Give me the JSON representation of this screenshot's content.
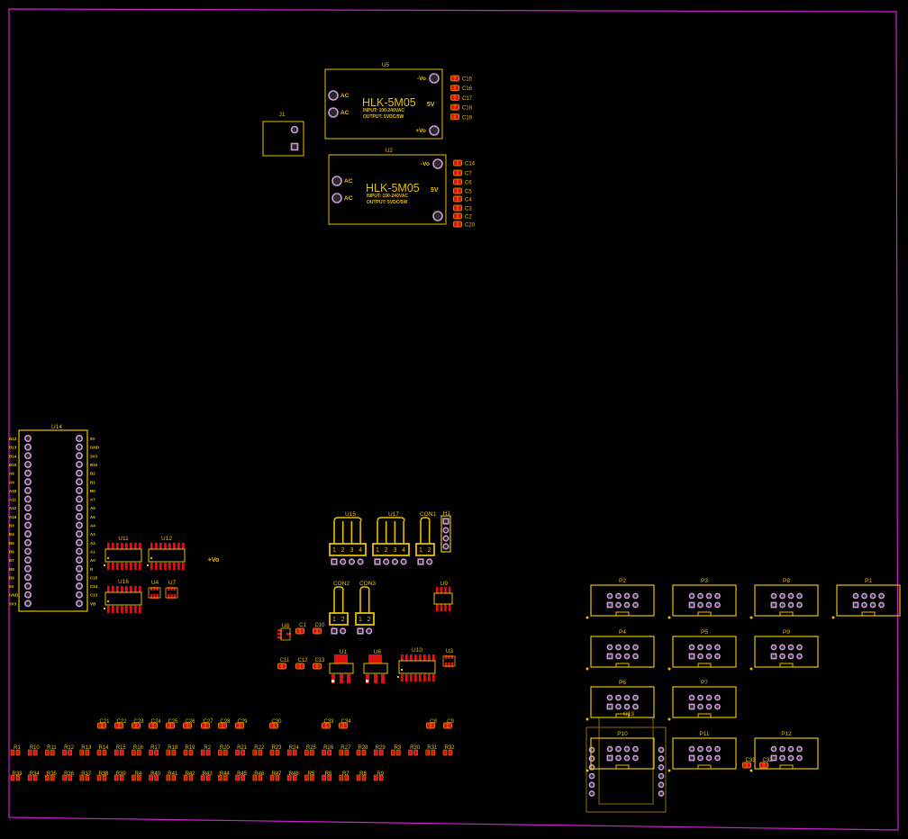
{
  "colors": {
    "board_edge": "#d020d0",
    "silkscreen": "#e8c000",
    "smd_pad": "#e01010",
    "pad_outline": "#d08000",
    "through_hole_ring": "#c89ad8"
  },
  "power_modules": [
    {
      "ref": "U5",
      "part": "HLK-5M05",
      "input": "INPUT: 100-240VAC",
      "output": "OUTPUT: 5VDC/5W",
      "ac1": "AC",
      "ac2": "AC",
      "vout": "5V",
      "neg": "-Vo",
      "pos": "+Vo"
    },
    {
      "ref": "U2",
      "part": "HLK-5M05",
      "input": "INPUT: 100-240VAC",
      "output": "OUTPUT: 5VDC/5W",
      "ac1": "AC",
      "ac2": "AC",
      "vout": "5V",
      "neg": "-Vo"
    }
  ],
  "caps_u5": [
    "C15",
    "C16",
    "C17",
    "C18",
    "C19"
  ],
  "caps_u2": [
    "C14",
    "C7",
    "C6",
    "C5",
    "C4",
    "C3",
    "C2",
    "C20"
  ],
  "j1": "J1",
  "u14": {
    "ref": "U14",
    "left_pins": [
      "B12",
      "B13",
      "B14",
      "B15",
      "A8",
      "A9",
      "A10",
      "A11",
      "A12",
      "A15",
      "B3",
      "B4",
      "B5",
      "B6",
      "B7",
      "B8",
      "B9",
      "5V",
      "GND",
      "3V3"
    ],
    "right_pins": [
      "5V",
      "GND",
      "3V3",
      "B10",
      "B2",
      "B1",
      "B0",
      "A7",
      "A6",
      "A5",
      "A4",
      "A3",
      "A2",
      "A1",
      "A0",
      "R",
      "C15",
      "C14",
      "C13",
      "VB"
    ]
  },
  "soic": {
    "u11": "U11",
    "u12": "U12",
    "u16": "U16",
    "u9": "U9",
    "u10": "U10"
  },
  "small_ic": {
    "u4": "U4",
    "u7": "U7",
    "u3": "U3",
    "u8": "U8"
  },
  "net_label": "+Vo",
  "headers": {
    "u15": {
      "ref": "U15",
      "pins": [
        "1",
        "2",
        "3",
        "4"
      ]
    },
    "u17": {
      "ref": "U17",
      "pins": [
        "1",
        "2",
        "3",
        "4"
      ]
    },
    "con1": {
      "ref": "CON1",
      "pins": [
        "1",
        "2"
      ]
    },
    "con2": {
      "ref": "CON2",
      "pins": [
        "1",
        "2"
      ]
    },
    "con3": {
      "ref": "CON3",
      "pins": [
        "1",
        "2"
      ]
    },
    "h1": "H1"
  },
  "regulators": {
    "u1": "U1",
    "u6": "U6"
  },
  "mid_caps": {
    "c1": "C1",
    "c10": "C10",
    "c11": "C11",
    "c12": "C12",
    "c13": "C13"
  },
  "cap_row": [
    "C21",
    "C22",
    "C23",
    "C24",
    "C25",
    "C26",
    "C27",
    "C28",
    "C29",
    "C30",
    "C33",
    "C34",
    "C8",
    "C9"
  ],
  "res_row1": [
    "R1",
    "R10",
    "R11",
    "R12",
    "R13",
    "R14",
    "R15",
    "R16",
    "R17",
    "R18",
    "R19",
    "R2",
    "R20",
    "R21",
    "R22",
    "R23",
    "R24",
    "R25",
    "R26",
    "R27",
    "R28",
    "R29",
    "R3",
    "R30",
    "R31",
    "R32"
  ],
  "res_row2": [
    "R33",
    "R34",
    "R35",
    "R36",
    "R37",
    "R38",
    "R39",
    "R4",
    "R40",
    "R41",
    "R42",
    "R43",
    "R44",
    "R45",
    "R46",
    "R47",
    "R48",
    "R5",
    "R6",
    "R7",
    "R8",
    "R9"
  ],
  "ports": [
    "P2",
    "P3",
    "P8",
    "P1",
    "P4",
    "P5",
    "P9",
    "P6",
    "P7",
    "P10",
    "P11",
    "P12"
  ],
  "u13": "U13",
  "corner_caps": [
    "C31",
    "C32"
  ]
}
